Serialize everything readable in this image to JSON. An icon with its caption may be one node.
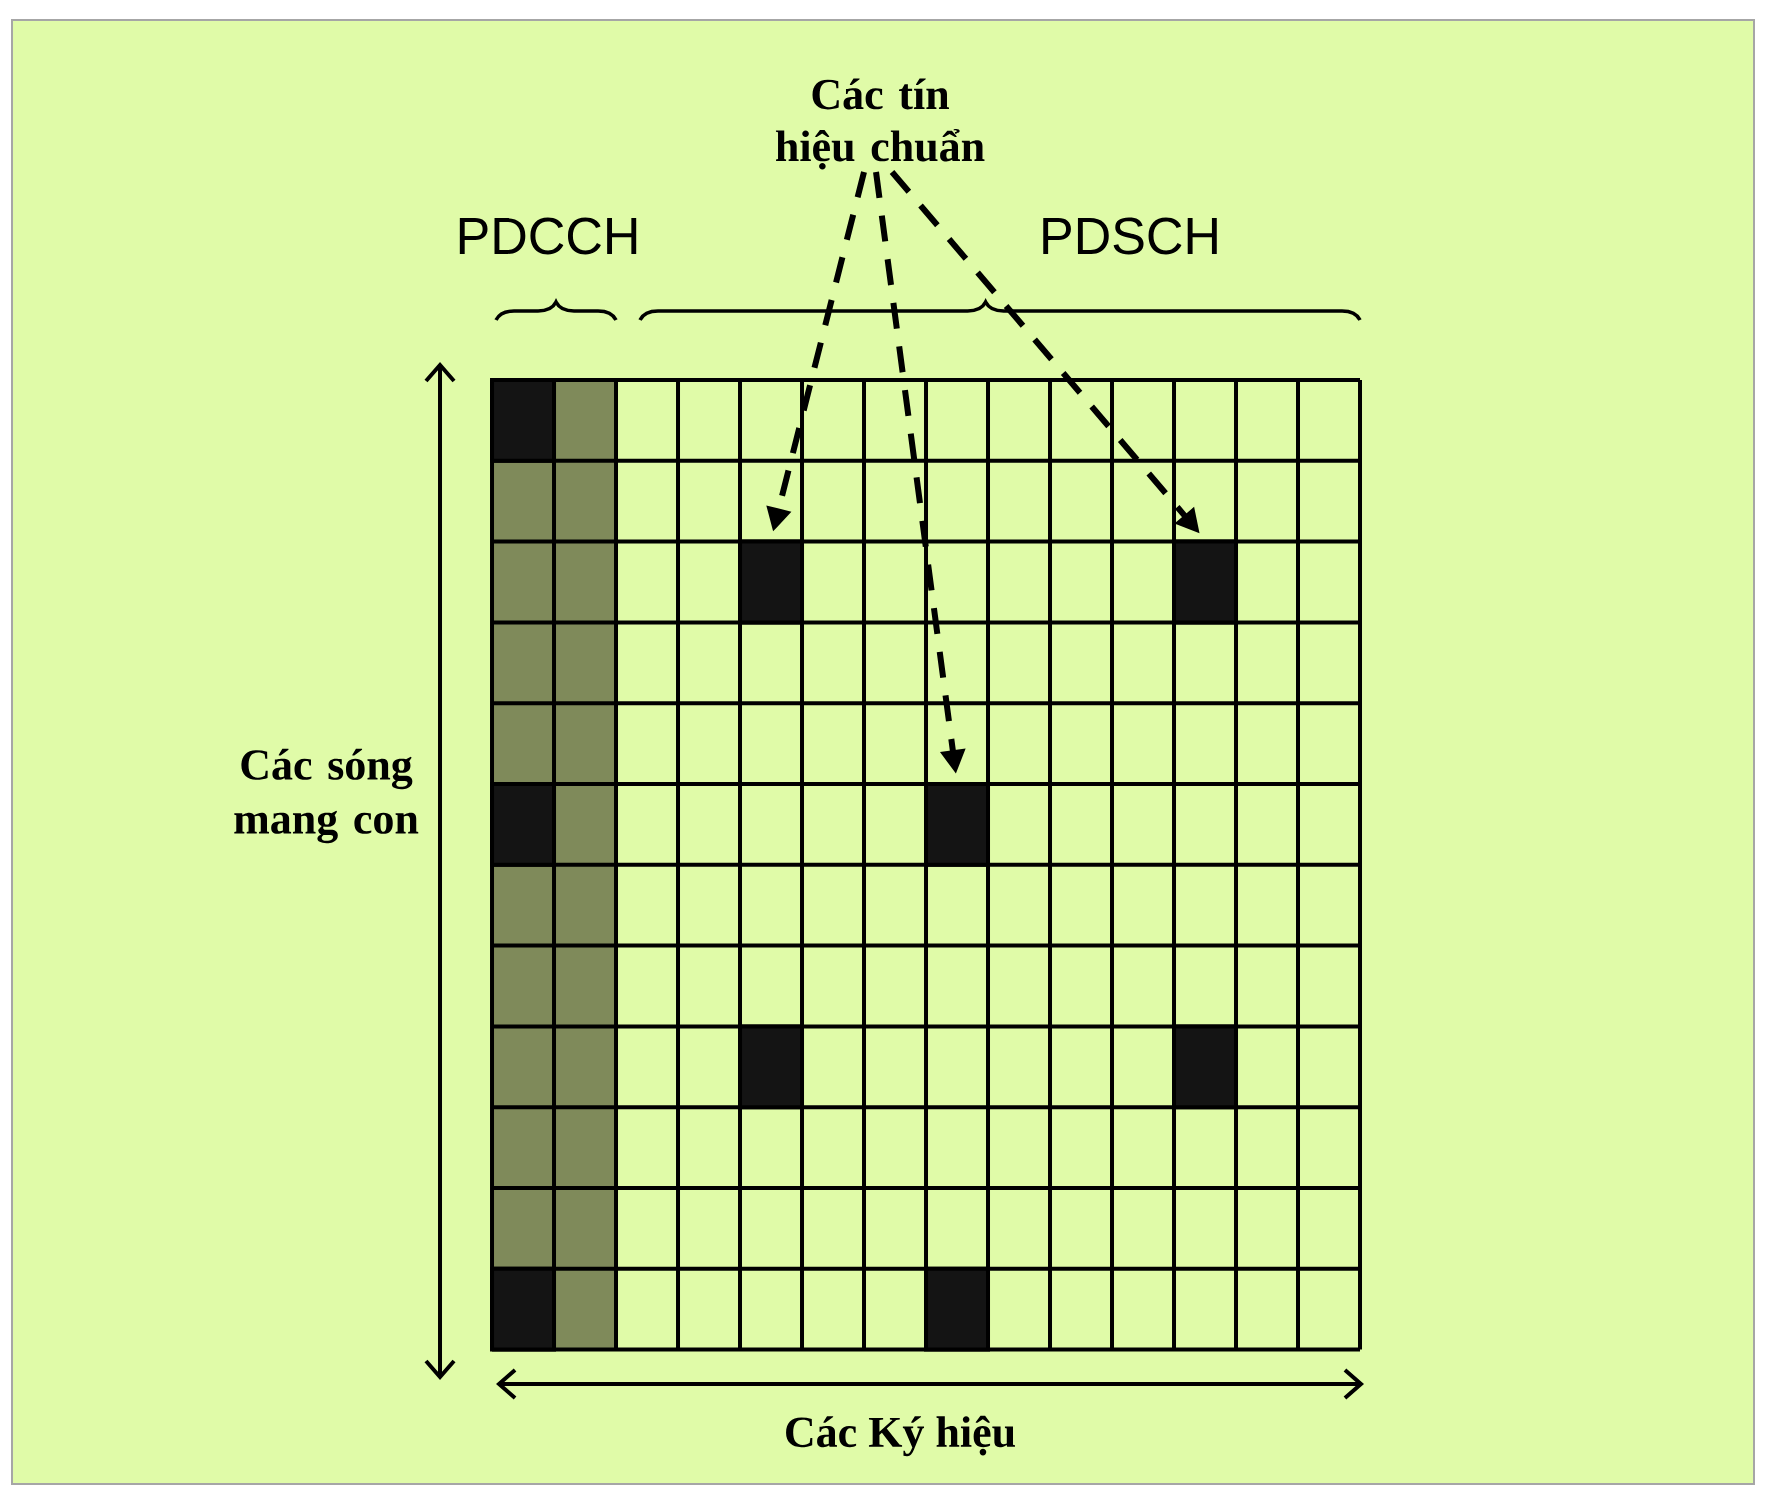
{
  "diagram": {
    "nodes": [
      {
        "text": [
          "Các tín hiệu chuẩn"
        ]
      },
      {
        "text": [],
        "shape": "box"
      },
      {
        "text": [],
        "shape": "box"
      },
      {
        "text": [],
        "shape": "box"
      },
      {
        "text": [],
        "shape": "box"
      },
      {
        "text": [],
        "shape": "box"
      },
      {
        "text": [],
        "shape": "box"
      },
      {
        "text": [],
        "shape": "box"
      },
      {
        "text": [],
        "shape": "box"
      },
      {
        "text": [],
        "shape": "box"
      }
    ],
    "edges": [
      {
        "from": 0,
        "to": 2,
        "arrow": "to",
        "style": "dashed"
      },
      {
        "from": 0,
        "to": 5,
        "arrow": "to",
        "style": "dashed"
      },
      {
        "from": 0,
        "to": 3,
        "arrow": "to",
        "style": "dashed"
      }
    ],
    "labels": [
      "PDCCH",
      "PDSCH",
      "Các sóng mang con",
      "Các Ký hiệu"
    ]
  }
}
